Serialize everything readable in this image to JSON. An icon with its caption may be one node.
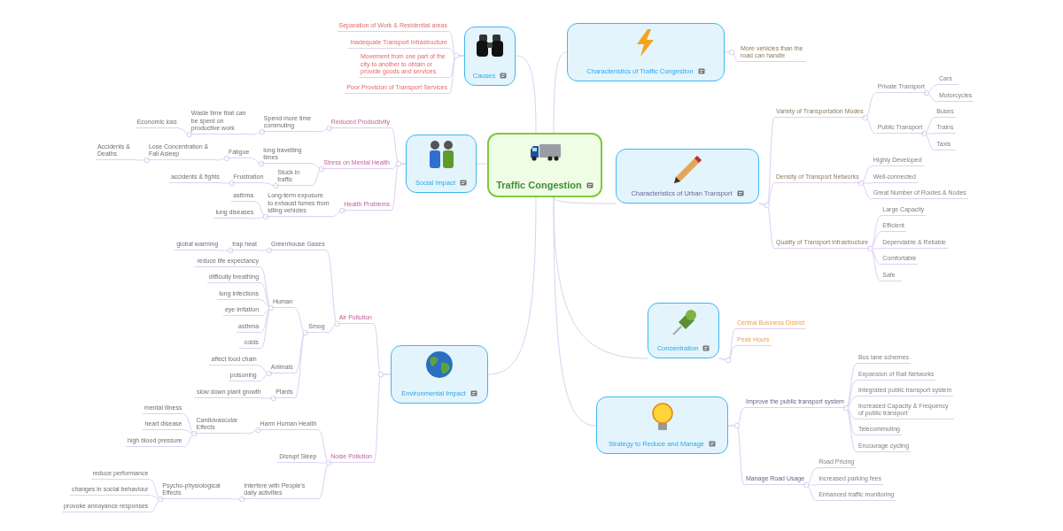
{
  "diagram": {
    "nodes": [
      {
        "text": [
          "Traffic Congestion"
        ]
      },
      {
        "text": [
          "Causes"
        ]
      },
      {
        "text": [
          "Separation of Work & Residential areas"
        ]
      },
      {
        "text": [
          "Inadequate Transport Infrastructure"
        ]
      },
      {
        "text": [
          "Movement from one part of the city to another to obtain or provide goods and services"
        ]
      },
      {
        "text": [
          "Poor Provision of Transport Services"
        ]
      },
      {
        "text": [
          "Social Impact"
        ]
      },
      {
        "text": [
          "Reduced Productivity"
        ]
      },
      {
        "text": [
          "Spend more time commuting"
        ]
      },
      {
        "text": [
          "Waste time that can be spent on productive work"
        ]
      },
      {
        "text": [
          "Economic loss"
        ]
      },
      {
        "text": [
          "Stress on Mental Health"
        ]
      },
      {
        "text": [
          "long travelling times"
        ]
      },
      {
        "text": [
          "Fatigue"
        ]
      },
      {
        "text": [
          "Lose Concentration & Fall Asleep"
        ]
      },
      {
        "text": [
          "Accidents & Deaths"
        ]
      },
      {
        "text": [
          "Stuck in traffic"
        ]
      },
      {
        "text": [
          "Frustration"
        ]
      },
      {
        "text": [
          "accidents & fights"
        ]
      },
      {
        "text": [
          "Health Problems"
        ]
      },
      {
        "text": [
          "Long-term exposure to exhaust fumes from idling vehicles"
        ]
      },
      {
        "text": [
          "asthma"
        ]
      },
      {
        "text": [
          "lung diseases"
        ]
      },
      {
        "text": [
          "Environmental Impact"
        ]
      },
      {
        "text": [
          "Air Pollution"
        ]
      },
      {
        "text": [
          "Greenhouse Gases"
        ]
      },
      {
        "text": [
          "trap heat"
        ]
      },
      {
        "text": [
          "global warming"
        ]
      },
      {
        "text": [
          "Smog"
        ]
      },
      {
        "text": [
          "Human"
        ]
      },
      {
        "text": [
          "reduce life expectancy"
        ]
      },
      {
        "text": [
          "difficulty breathing"
        ]
      },
      {
        "text": [
          "lung infections"
        ]
      },
      {
        "text": [
          "eye irritation"
        ]
      },
      {
        "text": [
          "asthma"
        ]
      },
      {
        "text": [
          "colds"
        ]
      },
      {
        "text": [
          "Animals"
        ]
      },
      {
        "text": [
          "affect food chain"
        ]
      },
      {
        "text": [
          "poisoning"
        ]
      },
      {
        "text": [
          "Plants"
        ]
      },
      {
        "text": [
          "slow down plant growth"
        ]
      },
      {
        "text": [
          "Noise Pollution"
        ]
      },
      {
        "text": [
          "Harm Human Health"
        ]
      },
      {
        "text": [
          "Cardiovascular Effects"
        ]
      },
      {
        "text": [
          "mental illness"
        ]
      },
      {
        "text": [
          "heart disease"
        ]
      },
      {
        "text": [
          "high blood pressure"
        ]
      },
      {
        "text": [
          "Disrupt Sleep"
        ]
      },
      {
        "text": [
          "Interfere with People's daily activities"
        ]
      },
      {
        "text": [
          "Psycho-physiological Effects"
        ]
      },
      {
        "text": [
          "reduce performance"
        ]
      },
      {
        "text": [
          "changes in social behaviour"
        ]
      },
      {
        "text": [
          "provoke annoyance responses"
        ]
      },
      {
        "text": [
          "Characteristics of Traffic Congestion"
        ]
      },
      {
        "text": [
          "More vehicles than the road can handle"
        ]
      },
      {
        "text": [
          "Characteristics of Urban Transport"
        ]
      },
      {
        "text": [
          "Variety of Transportation Modes"
        ]
      },
      {
        "text": [
          "Private Transport"
        ]
      },
      {
        "text": [
          "Cars"
        ]
      },
      {
        "text": [
          "Motorcycles"
        ]
      },
      {
        "text": [
          "Public Transport"
        ]
      },
      {
        "text": [
          "Buses"
        ]
      },
      {
        "text": [
          "Trains"
        ]
      },
      {
        "text": [
          "Taxis"
        ]
      },
      {
        "text": [
          "Density of Transport Networks"
        ]
      },
      {
        "text": [
          "Highly Developed"
        ]
      },
      {
        "text": [
          "Well-connected"
        ]
      },
      {
        "text": [
          "Great Number of Routes & Nodes"
        ]
      },
      {
        "text": [
          "Quality of Transport Infrastructure"
        ]
      },
      {
        "text": [
          "Large Capacity"
        ]
      },
      {
        "text": [
          "Efficient"
        ]
      },
      {
        "text": [
          "Dependable & Reliable"
        ]
      },
      {
        "text": [
          "Comfortable"
        ]
      },
      {
        "text": [
          "Safe"
        ]
      },
      {
        "text": [
          "Concentration"
        ]
      },
      {
        "text": [
          "Central Business District"
        ]
      },
      {
        "text": [
          "Peak Hours"
        ]
      },
      {
        "text": [
          "Strategy to Reduce and Manage"
        ]
      },
      {
        "text": [
          "Improve the public transport system"
        ]
      },
      {
        "text": [
          "Bus lane schemes"
        ]
      },
      {
        "text": [
          "Expansion of Rail Networks"
        ]
      },
      {
        "text": [
          "Integrated public transport system"
        ]
      },
      {
        "text": [
          "Increased Capacity & Frequency of public transport"
        ]
      },
      {
        "text": [
          "Telecommuting"
        ]
      },
      {
        "text": [
          "Encourage cycling"
        ]
      },
      {
        "text": [
          "Manage Road Usage"
        ]
      },
      {
        "text": [
          "Road Pricing"
        ]
      },
      {
        "text": [
          "Increased parking fees"
        ]
      },
      {
        "text": [
          "Enhanced traffic monitoring"
        ]
      }
    ],
    "edges": [
      {
        "from": 0,
        "to": 1,
        "arrow": "none"
      },
      {
        "from": 0,
        "to": 6,
        "arrow": "none"
      },
      {
        "from": 0,
        "to": 23,
        "arrow": "none"
      },
      {
        "from": 0,
        "to": 53,
        "arrow": "none"
      },
      {
        "from": 0,
        "to": 55,
        "arrow": "none"
      },
      {
        "from": 0,
        "to": 74,
        "arrow": "none"
      },
      {
        "from": 0,
        "to": 77,
        "arrow": "none"
      },
      {
        "from": 1,
        "to": 2,
        "arrow": "none"
      },
      {
        "from": 1,
        "to": 3,
        "arrow": "none"
      },
      {
        "from": 1,
        "to": 4,
        "arrow": "none"
      },
      {
        "from": 1,
        "to": 5,
        "arrow": "none"
      },
      {
        "from": 6,
        "to": 7,
        "arrow": "none"
      },
      {
        "from": 6,
        "to": 11,
        "arrow": "none"
      },
      {
        "from": 6,
        "to": 19,
        "arrow": "none"
      },
      {
        "from": 7,
        "to": 8,
        "arrow": "none"
      },
      {
        "from": 8,
        "to": 9,
        "arrow": "none"
      },
      {
        "from": 9,
        "to": 10,
        "arrow": "none"
      },
      {
        "from": 11,
        "to": 12,
        "arrow": "none"
      },
      {
        "from": 11,
        "to": 16,
        "arrow": "none"
      },
      {
        "from": 12,
        "to": 13,
        "arrow": "none"
      },
      {
        "from": 13,
        "to": 14,
        "arrow": "none"
      },
      {
        "from": 14,
        "to": 15,
        "arrow": "none"
      },
      {
        "from": 16,
        "to": 17,
        "arrow": "none"
      },
      {
        "from": 17,
        "to": 18,
        "arrow": "none"
      },
      {
        "from": 19,
        "to": 20,
        "arrow": "none"
      },
      {
        "from": 20,
        "to": 21,
        "arrow": "none"
      },
      {
        "from": 20,
        "to": 22,
        "arrow": "none"
      },
      {
        "from": 23,
        "to": 24,
        "arrow": "none"
      },
      {
        "from": 23,
        "to": 41,
        "arrow": "none"
      },
      {
        "from": 24,
        "to": 25,
        "arrow": "none"
      },
      {
        "from": 24,
        "to": 28,
        "arrow": "none"
      },
      {
        "from": 25,
        "to": 26,
        "arrow": "none"
      },
      {
        "from": 26,
        "to": 27,
        "arrow": "none"
      },
      {
        "from": 28,
        "to": 29,
        "arrow": "none"
      },
      {
        "from": 28,
        "to": 36,
        "arrow": "none"
      },
      {
        "from": 28,
        "to": 39,
        "arrow": "none"
      },
      {
        "from": 29,
        "to": 30,
        "arrow": "none"
      },
      {
        "from": 29,
        "to": 31,
        "arrow": "none"
      },
      {
        "from": 29,
        "to": 32,
        "arrow": "none"
      },
      {
        "from": 29,
        "to": 33,
        "arrow": "none"
      },
      {
        "from": 29,
        "to": 34,
        "arrow": "none"
      },
      {
        "from": 29,
        "to": 35,
        "arrow": "none"
      },
      {
        "from": 36,
        "to": 37,
        "arrow": "none"
      },
      {
        "from": 36,
        "to": 38,
        "arrow": "none"
      },
      {
        "from": 39,
        "to": 40,
        "arrow": "none"
      },
      {
        "from": 41,
        "to": 42,
        "arrow": "none"
      },
      {
        "from": 41,
        "to": 47,
        "arrow": "none"
      },
      {
        "from": 41,
        "to": 48,
        "arrow": "none"
      },
      {
        "from": 42,
        "to": 43,
        "arrow": "none"
      },
      {
        "from": 43,
        "to": 44,
        "arrow": "none"
      },
      {
        "from": 43,
        "to": 45,
        "arrow": "none"
      },
      {
        "from": 43,
        "to": 46,
        "arrow": "none"
      },
      {
        "from": 48,
        "to": 49,
        "arrow": "none"
      },
      {
        "from": 49,
        "to": 50,
        "arrow": "none"
      },
      {
        "from": 49,
        "to": 51,
        "arrow": "none"
      },
      {
        "from": 49,
        "to": 52,
        "arrow": "none"
      },
      {
        "from": 53,
        "to": 54,
        "arrow": "none"
      },
      {
        "from": 55,
        "to": 56,
        "arrow": "none"
      },
      {
        "from": 55,
        "to": 64,
        "arrow": "none"
      },
      {
        "from": 55,
        "to": 68,
        "arrow": "none"
      },
      {
        "from": 56,
        "to": 57,
        "arrow": "none"
      },
      {
        "from": 56,
        "to": 60,
        "arrow": "none"
      },
      {
        "from": 57,
        "to": 58,
        "arrow": "none"
      },
      {
        "from": 57,
        "to": 59,
        "arrow": "none"
      },
      {
        "from": 60,
        "to": 61,
        "arrow": "none"
      },
      {
        "from": 60,
        "to": 62,
        "arrow": "none"
      },
      {
        "from": 60,
        "to": 63,
        "arrow": "none"
      },
      {
        "from": 64,
        "to": 65,
        "arrow": "none"
      },
      {
        "from": 64,
        "to": 66,
        "arrow": "none"
      },
      {
        "from": 64,
        "to": 67,
        "arrow": "none"
      },
      {
        "from": 68,
        "to": 69,
        "arrow": "none"
      },
      {
        "from": 68,
        "to": 70,
        "arrow": "none"
      },
      {
        "from": 68,
        "to": 71,
        "arrow": "none"
      },
      {
        "from": 68,
        "to": 72,
        "arrow": "none"
      },
      {
        "from": 68,
        "to": 73,
        "arrow": "none"
      },
      {
        "from": 74,
        "to": 75,
        "arrow": "none"
      },
      {
        "from": 74,
        "to": 76,
        "arrow": "none"
      },
      {
        "from": 77,
        "to": 78,
        "arrow": "none"
      },
      {
        "from": 77,
        "to": 85,
        "arrow": "none"
      },
      {
        "from": 78,
        "to": 79,
        "arrow": "none"
      },
      {
        "from": 78,
        "to": 80,
        "arrow": "none"
      },
      {
        "from": 78,
        "to": 81,
        "arrow": "none"
      },
      {
        "from": 78,
        "to": 82,
        "arrow": "none"
      },
      {
        "from": 78,
        "to": 83,
        "arrow": "none"
      },
      {
        "from": 78,
        "to": 84,
        "arrow": "none"
      },
      {
        "from": 85,
        "to": 86,
        "arrow": "none"
      },
      {
        "from": 85,
        "to": 87,
        "arrow": "none"
      },
      {
        "from": 85,
        "to": 88,
        "arrow": "none"
      }
    ]
  }
}
